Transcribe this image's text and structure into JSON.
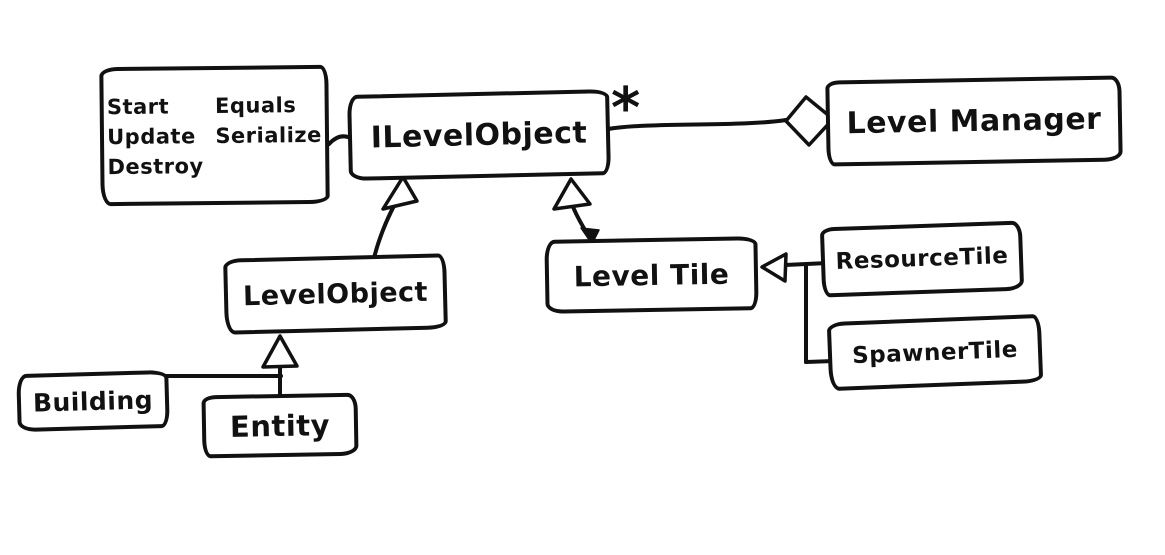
{
  "colors": {
    "ink": "#111111",
    "paper": "#ffffff"
  },
  "nodes": {
    "methods_note": {
      "col1": [
        "Start",
        "Update",
        "Destroy"
      ],
      "col2": [
        "Equals",
        "Serialize"
      ]
    },
    "ilevelobject": {
      "label": "ILevelObject"
    },
    "levelmanager": {
      "label": "Level Manager"
    },
    "levelobject": {
      "label": "LevelObject"
    },
    "leveltile": {
      "label": "Level Tile"
    },
    "resourcetile": {
      "label": "ResourceTile"
    },
    "spawnertile": {
      "label": "SpawnerTile"
    },
    "building": {
      "label": "Building"
    },
    "entity": {
      "label": "Entity"
    }
  },
  "edges": [
    {
      "from": "methods_note",
      "to": "ilevelobject",
      "type": "attachment"
    },
    {
      "from": "ilevelobject",
      "to": "levelmanager",
      "type": "aggregation",
      "multiplicity": "*"
    },
    {
      "from": "levelobject",
      "to": "ilevelobject",
      "type": "inheritance"
    },
    {
      "from": "leveltile",
      "to": "ilevelobject",
      "type": "inheritance"
    },
    {
      "from": "resourcetile",
      "to": "leveltile",
      "type": "inheritance"
    },
    {
      "from": "spawnertile",
      "to": "leveltile",
      "type": "inheritance"
    },
    {
      "from": "building",
      "to": "levelobject",
      "type": "inheritance"
    },
    {
      "from": "entity",
      "to": "levelobject",
      "type": "inheritance"
    }
  ],
  "icons": {
    "aggregation_diamond": "◇",
    "inheritance_arrow": "▷"
  }
}
